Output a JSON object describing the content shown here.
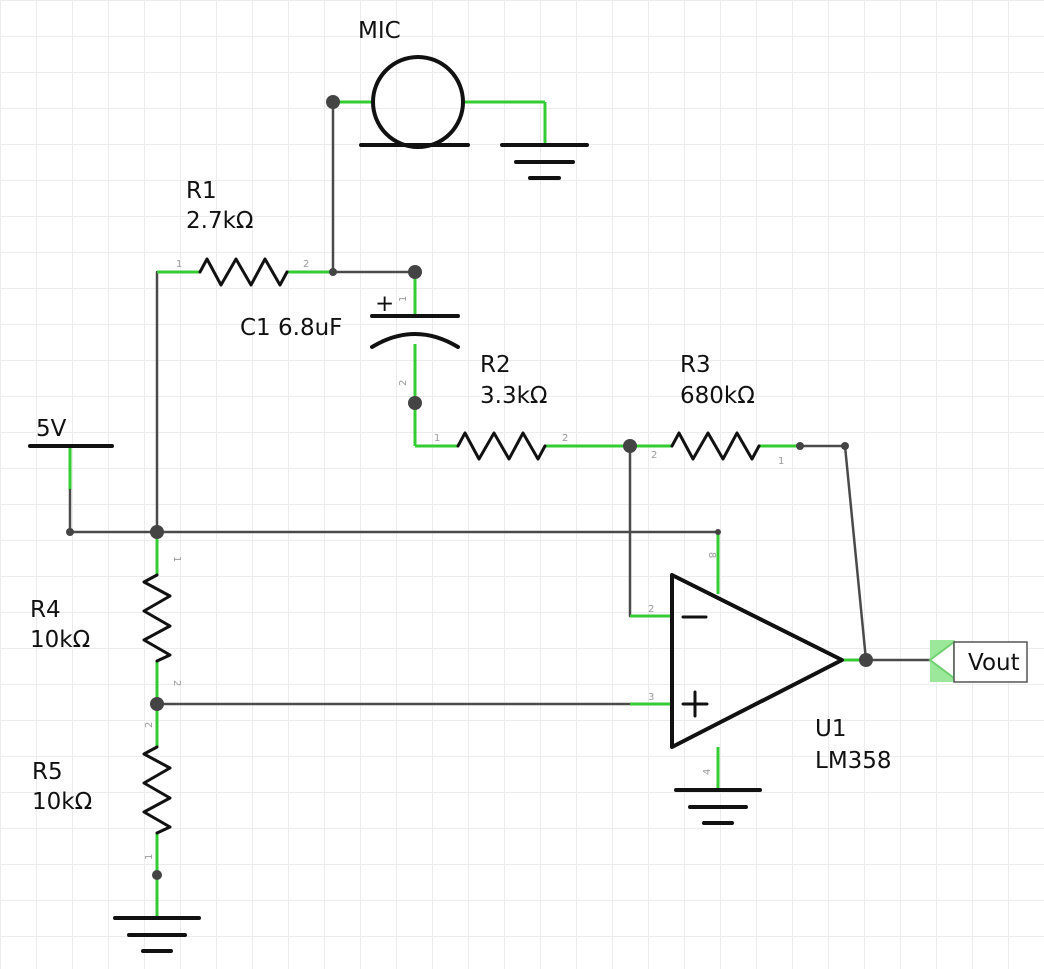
{
  "components": {
    "mic": {
      "label": "MIC"
    },
    "r1": {
      "ref": "R1",
      "value": "2.7kΩ",
      "pin1": "1",
      "pin2": "2"
    },
    "c1": {
      "label": "C1 6.8uF",
      "plus": "+",
      "pin1": "1",
      "pin2": "2"
    },
    "r2": {
      "ref": "R2",
      "value": "3.3kΩ",
      "pin1": "1",
      "pin2": "2"
    },
    "r3": {
      "ref": "R3",
      "value": "680kΩ",
      "pin1": "1",
      "pin2": "2"
    },
    "supply": {
      "label": "5V"
    },
    "r4": {
      "ref": "R4",
      "value": "10kΩ",
      "pin1": "1",
      "pin2": "2"
    },
    "r5": {
      "ref": "R5",
      "value": "10kΩ",
      "pin1": "1",
      "pin2": "2"
    },
    "u1": {
      "ref": "U1",
      "value": "LM358",
      "minus": "−",
      "plus": "+",
      "pin2": "2",
      "pin3": "3",
      "pin4": "4",
      "pin8": "8"
    },
    "output": {
      "label": "Vout"
    }
  },
  "colors": {
    "wire": "#4a4a4a",
    "pin_highlight": "#33cc33",
    "symbol": "#111111",
    "grid": "#ececec"
  }
}
